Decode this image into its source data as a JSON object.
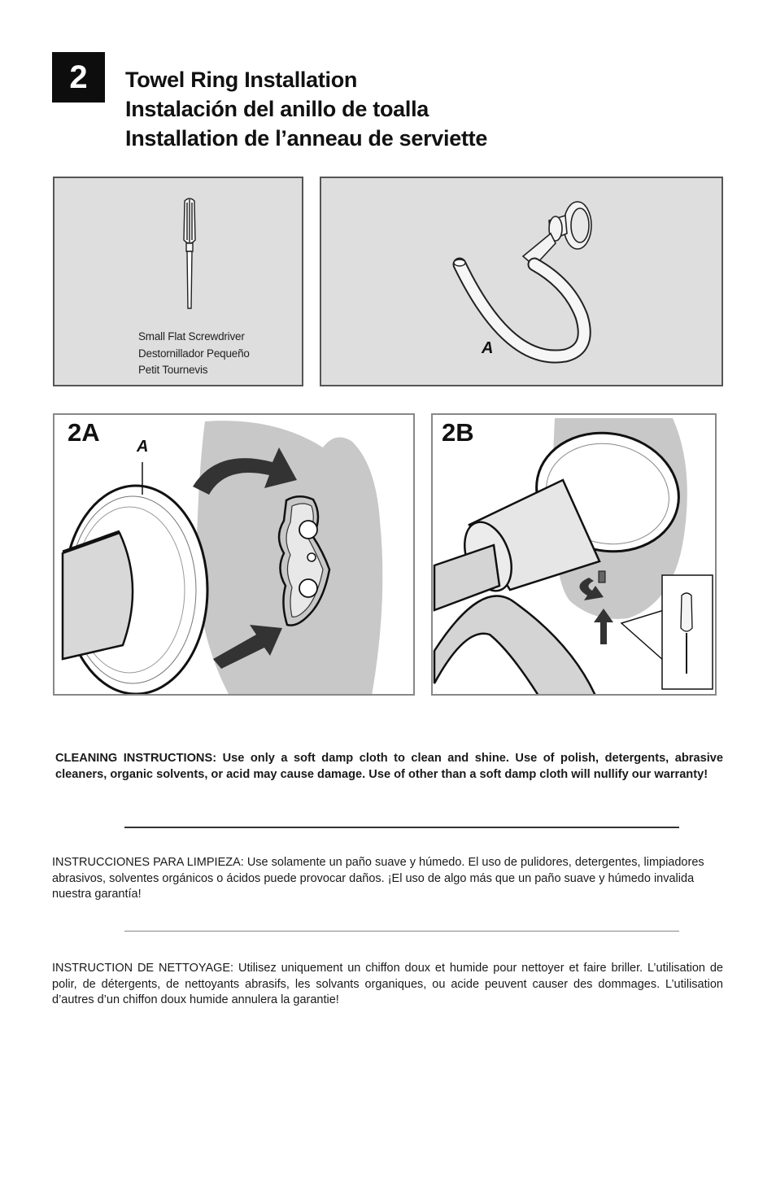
{
  "step": {
    "number": "2",
    "titles": [
      "Towel Ring Installation",
      "Instalación del anillo de toalla",
      "Installation de l’anneau de serviette"
    ]
  },
  "tools": {
    "name_lines": [
      "Small Flat Screwdriver",
      "Destornillador Pequeño",
      "Petit Tournevis"
    ],
    "icon": "screwdriver-icon"
  },
  "parts": {
    "label": "A",
    "icon": "towel-ring-icon"
  },
  "figures": [
    {
      "label": "2A",
      "callout": "A"
    },
    {
      "label": "2B"
    }
  ],
  "cleaning": {
    "en": "CLEANING INSTRUCTIONS:  Use only a soft damp cloth to clean and shine. Use of polish, detergents, abrasive cleaners, organic solvents, or acid may cause damage. Use of other than a soft damp cloth will nullify our warranty!",
    "es": "INSTRUCCIONES PARA LIMPIEZA:  Use solamente un paño suave y húmedo. El uso de pulidores, detergentes, limpiadores abrasivos, solventes orgánicos o ácidos puede provocar daños. ¡El uso de algo más que un paño suave y húmedo invalida nuestra garantía!",
    "fr": "INSTRUCTION DE NETTOYAGE:  Utilisez uniquement un chiffon doux et humide pour nettoyer et faire briller. L’utilisation de polir, de détergents, de nettoyants abrasifs, les solvants organiques, ou acide peuvent causer des dommages. L’utilisation d’autres d’un chiffon doux humide annulera la garantie!"
  },
  "colors": {
    "panel_bg": "#dedede",
    "wall": "#c8c8c8",
    "ink": "#111111"
  }
}
